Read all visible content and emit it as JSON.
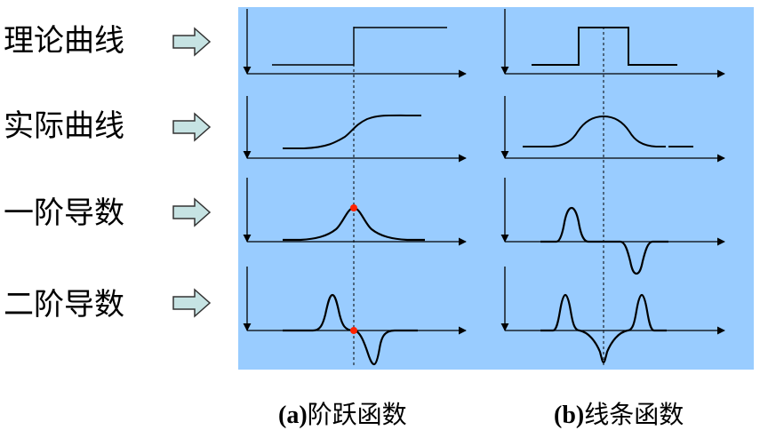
{
  "rows": [
    {
      "label": "理论曲线"
    },
    {
      "label": "实际曲线"
    },
    {
      "label": "一阶导数"
    },
    {
      "label": "二阶导数"
    }
  ],
  "captions": [
    {
      "prefix": "(a)",
      "text": "阶跃函数"
    },
    {
      "prefix": "(b)",
      "text": "线条函数"
    }
  ],
  "colors": {
    "panel_background": "#99ccff",
    "arrow_fill": "#c6e3e3",
    "marker": "#ff2200",
    "curve": "#000000"
  }
}
